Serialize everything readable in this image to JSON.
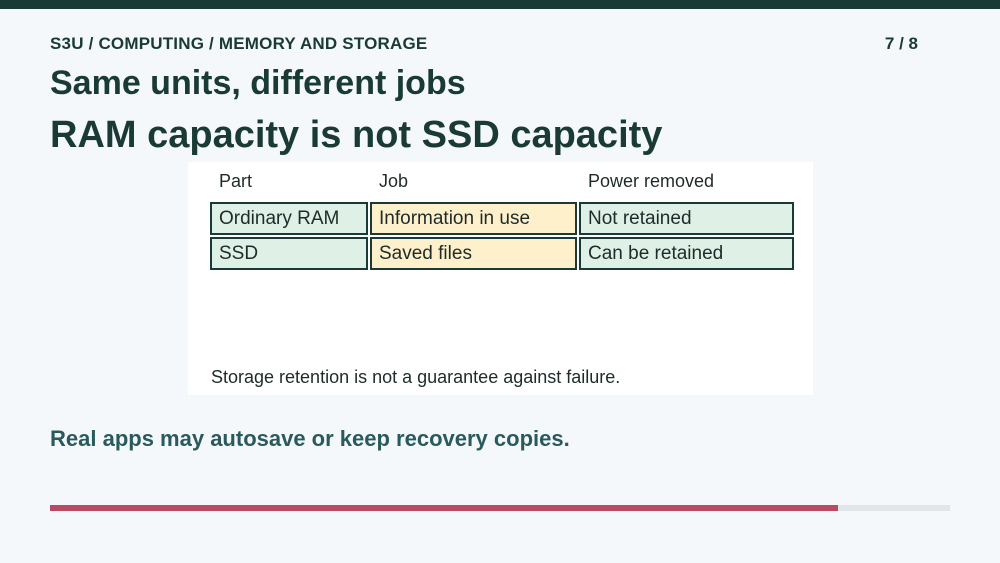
{
  "header": {
    "breadcrumb": "S3U / COMPUTING / MEMORY AND STORAGE",
    "page_counter": "7 / 8"
  },
  "title": "Same units, different jobs",
  "subtitle": "RAM capacity is not SSD capacity",
  "table": {
    "columns": [
      "Part",
      "Job",
      "Power removed"
    ],
    "rows": [
      [
        "Ordinary RAM",
        "Information in use",
        "Not retained"
      ],
      [
        "SSD",
        "Saved files",
        "Can be retained"
      ]
    ]
  },
  "note": "Storage retention is not a guarantee against failure.",
  "takeaway": "Real apps may autosave or keep recovery copies.",
  "progress": {
    "fraction": 0.875,
    "colors": {
      "fill": "#b84a62",
      "track": "#dfe5e8"
    }
  },
  "colors": {
    "accent_dark": "#1a3a36",
    "cell_green": "#dff0e6",
    "cell_yellow": "#fdf0cb",
    "takeaway": "#2a5a5c"
  }
}
